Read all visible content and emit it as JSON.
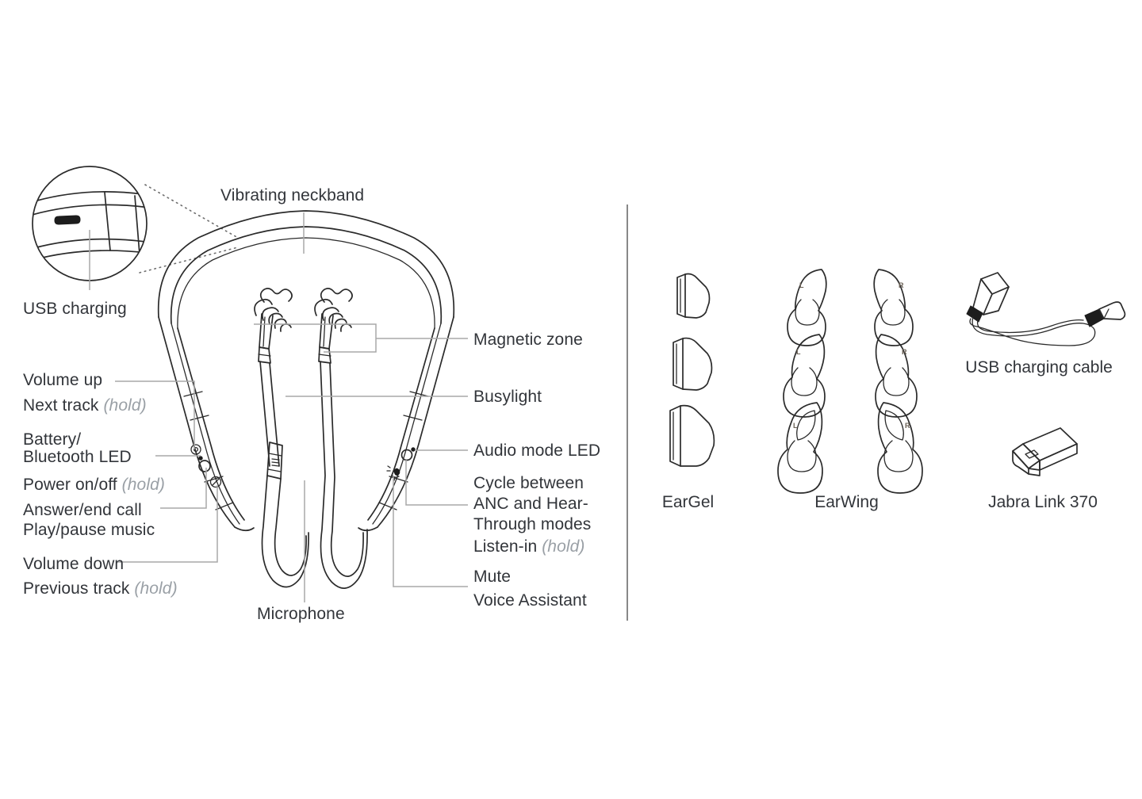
{
  "document": {
    "title": "Jabra Evolve 65e — product overview diagram",
    "background_color": "#ffffff",
    "text_color": "#32353a",
    "hold_text_color": "#9aa0a6",
    "leader_line_color": "#a8a8a8",
    "outline_color": "#2b2b2b",
    "divider_color": "#6a6a6a"
  },
  "left_panel": {
    "name": "headset-callout-diagram",
    "callouts_top": [
      {
        "id": "vibrating-neckband",
        "label": "Vibrating neckband"
      }
    ],
    "callouts_left": [
      {
        "id": "usb-charging",
        "label": "USB charging"
      },
      {
        "id": "volume-up",
        "label": "Volume up"
      },
      {
        "id": "next-track",
        "label": "Next track",
        "hold": "(hold)"
      },
      {
        "id": "battery-bluetooth-led-line1",
        "label": "Battery/"
      },
      {
        "id": "battery-bluetooth-led-line2",
        "label": "Bluetooth LED"
      },
      {
        "id": "power-on-off",
        "label": "Power on/off",
        "hold": "(hold)"
      },
      {
        "id": "answer-end-call",
        "label": "Answer/end call"
      },
      {
        "id": "play-pause-music",
        "label": "Play/pause music"
      },
      {
        "id": "volume-down",
        "label": "Volume down"
      },
      {
        "id": "previous-track",
        "label": "Previous track",
        "hold": "(hold)"
      }
    ],
    "callouts_right": [
      {
        "id": "magnetic-zone",
        "label": "Magnetic zone"
      },
      {
        "id": "busylight",
        "label": "Busylight"
      },
      {
        "id": "audio-mode-led",
        "label": "Audio mode LED"
      },
      {
        "id": "anc-cycle-line1",
        "label": "Cycle between"
      },
      {
        "id": "anc-cycle-line2",
        "label": "ANC and Hear-"
      },
      {
        "id": "anc-cycle-line3",
        "label": "Through modes"
      },
      {
        "id": "listen-in",
        "label": "Listen-in",
        "hold": "(hold)"
      },
      {
        "id": "mute",
        "label": "Mute"
      },
      {
        "id": "voice-assistant",
        "label": "Voice Assistant"
      }
    ],
    "callouts_bottom": [
      {
        "id": "microphone",
        "label": "Microphone"
      }
    ],
    "magnifier": {
      "id": "usb-charging-magnifier",
      "depicts": "micro-usb-port-icon"
    }
  },
  "right_panel": {
    "name": "accessories-panel",
    "accessories": [
      {
        "id": "eargel",
        "label": "EarGel",
        "icon": "eargel-icon",
        "count": 3,
        "sizes": [
          "small",
          "medium",
          "large"
        ]
      },
      {
        "id": "earwing",
        "label": "EarWing",
        "icon": "earwing-icon",
        "count": 6,
        "pair_markers": [
          "L",
          "R"
        ],
        "sizes": [
          "small",
          "medium",
          "large"
        ]
      },
      {
        "id": "usb-charging-cable",
        "label": "USB charging cable",
        "icon": "usb-cable-icon"
      },
      {
        "id": "jabra-link-370",
        "label": "Jabra Link 370",
        "icon": "usb-dongle-icon"
      }
    ]
  }
}
